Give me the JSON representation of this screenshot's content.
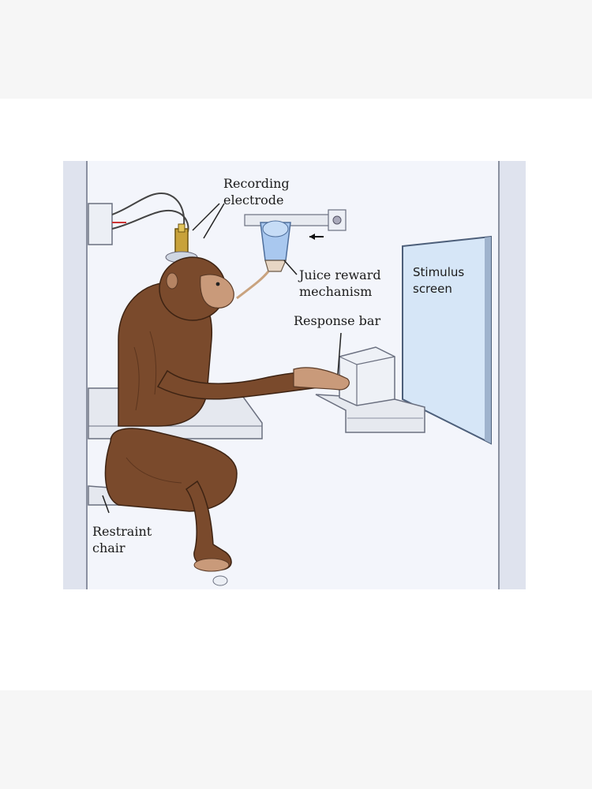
{
  "diagram": {
    "labels": {
      "recording_electrode": "Recording\nelectrode",
      "juice_reward": "Juice reward\nmechanism",
      "response_bar": "Response bar",
      "stimulus_screen": "Stimulus\nscreen",
      "restraint_chair": "Restraint\nchair"
    },
    "colors": {
      "fur": "#7a4a2c",
      "fur_dark": "#4e2c18",
      "skin": "#c99a7a",
      "panel": "#dde2ee",
      "screen": "#d6e6f7",
      "metal": "#e9ecf2",
      "outline": "#555a66"
    }
  }
}
